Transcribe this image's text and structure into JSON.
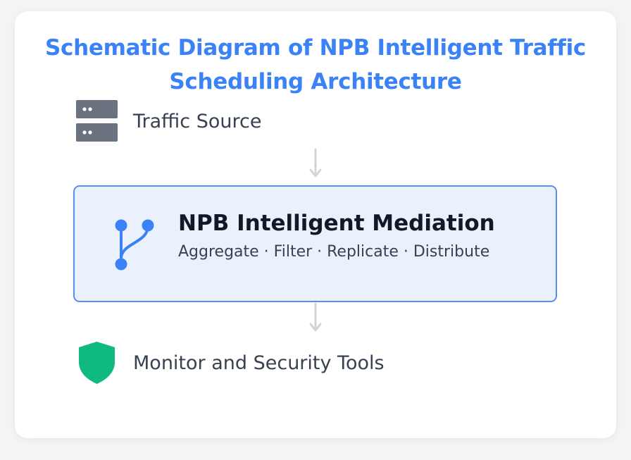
{
  "diagram": {
    "title": "Schematic Diagram of NPB Intelligent Traffic Scheduling Architecture",
    "nodes": [
      {
        "id": "source",
        "label": "Traffic Source",
        "icon": "server-icon"
      },
      {
        "id": "npb",
        "label": "NPB Intelligent Mediation",
        "subtitle": "Aggregate · Filter · Replicate · Distribute",
        "icon": "branch-icon"
      },
      {
        "id": "tools",
        "label": "Monitor and Security Tools",
        "icon": "shield-icon"
      }
    ],
    "edges": [
      {
        "from": "source",
        "to": "npb"
      },
      {
        "from": "npb",
        "to": "tools"
      }
    ]
  },
  "colors": {
    "title": "#3b82f6",
    "server_icon": "#6b7280",
    "branch_icon": "#3b82f6",
    "shield_icon": "#10b981",
    "box_fill": "#eaf1fd",
    "box_border": "#5b8def",
    "arrow": "#d1d5db"
  }
}
